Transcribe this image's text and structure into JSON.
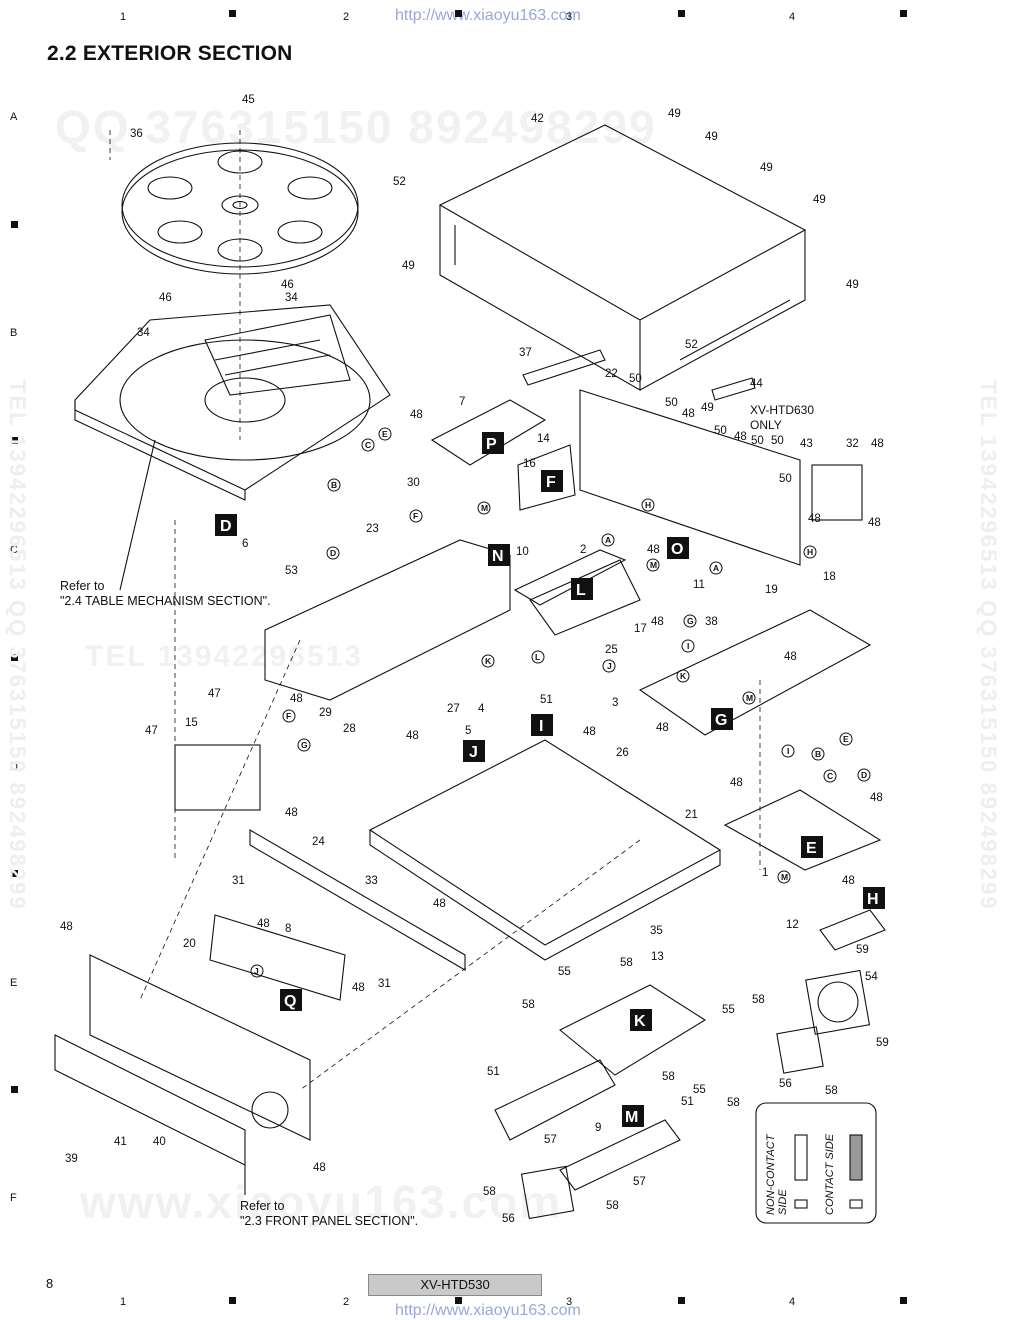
{
  "header": {
    "url": "http://www.xiaoyu163.com",
    "title": "2.2  EXTERIOR SECTION",
    "columns": [
      "1",
      "2",
      "3",
      "4"
    ],
    "rows": [
      "A",
      "B",
      "C",
      "D",
      "E",
      "F"
    ]
  },
  "watermarks": {
    "qq": "QQ 376315150  892498299",
    "tel": "TEL 13942296513",
    "site": "www.xiaoyu163.com",
    "side_right": "TEL 13942296513  QQ 376315150  892498299",
    "side_left": "TEL 13942296513  QQ 376315150  892498299"
  },
  "notes": {
    "table_ref_1": "Refer to",
    "table_ref_2": "\"2.4 TABLE MECHANISM SECTION\".",
    "front_ref_1": "Refer to",
    "front_ref_2": "\"2.3 FRONT PANEL SECTION\".",
    "only_1": "XV-HTD630",
    "only_2": "ONLY",
    "non_contact": "NON-CONTACT SIDE",
    "contact": "CONTACT SIDE"
  },
  "footer": {
    "page_number": "8",
    "model": "XV-HTD530",
    "url": "http://www.xiaoyu163.com"
  },
  "boards": [
    "D",
    "N",
    "L",
    "O",
    "P",
    "F",
    "G",
    "I",
    "J",
    "E",
    "H",
    "Q",
    "K",
    "M"
  ],
  "connectors": [
    "A",
    "B",
    "C",
    "D",
    "E",
    "F",
    "G",
    "H",
    "I",
    "J",
    "K",
    "L",
    "M"
  ],
  "colors": {
    "ink": "#111111",
    "watermark": "#f1f1f1",
    "url": "#9aa7d8",
    "model_bar": "#c9c9c9"
  }
}
